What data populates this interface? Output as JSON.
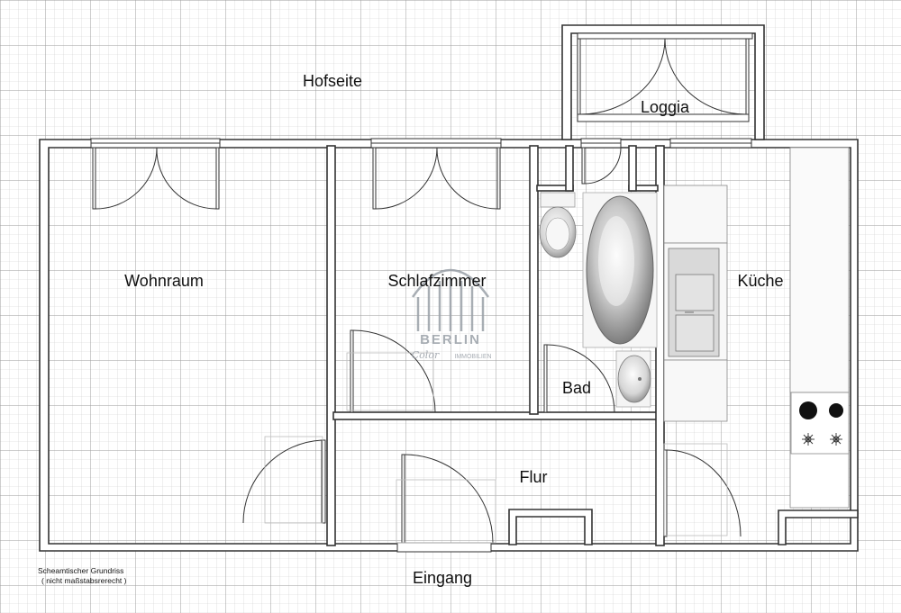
{
  "labels": {
    "hofseite": "Hofseite",
    "loggia": "Loggia",
    "wohnraum": "Wohnraum",
    "schlafzimmer": "Schlafzimmer",
    "kueche": "Küche",
    "bad": "Bad",
    "flur": "Flur",
    "eingang": "Eingang"
  },
  "note": {
    "line1": "Scheamtischer Grundriss",
    "line2": "( nicht maßstabsrerecht )"
  },
  "watermark": {
    "city": "BERLIN",
    "script": "Color",
    "sub": "IMMOBILIEN"
  },
  "colors": {
    "grid_minor": "#c9c9c9",
    "grid_major": "#9c9c9c",
    "wall": "#333333",
    "wall_fill": "#ffffff"
  }
}
